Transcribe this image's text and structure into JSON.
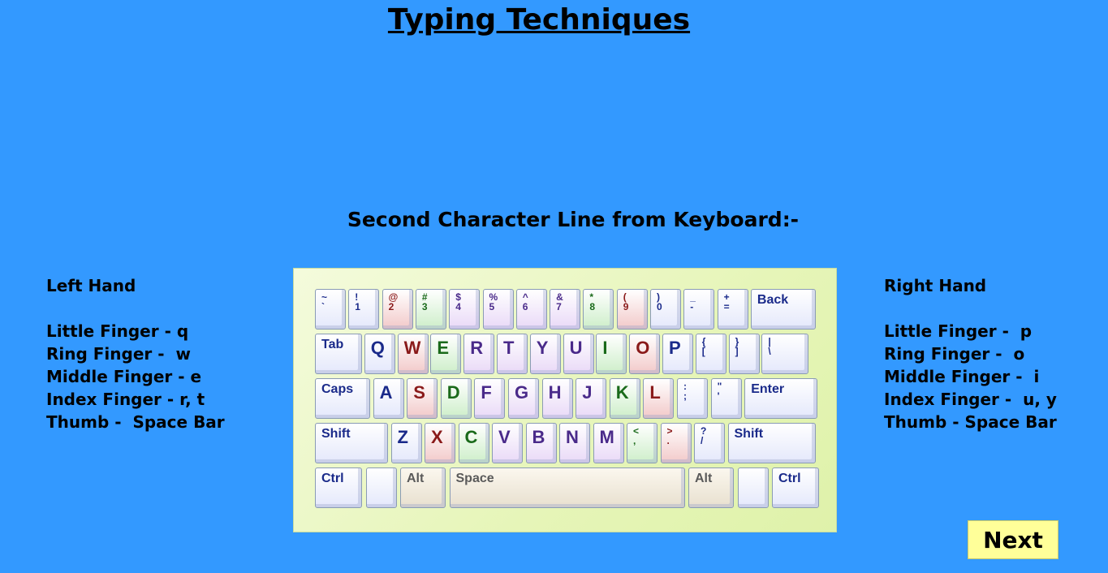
{
  "title": "Typing Techniques",
  "subtitle": "Second Character Line from Keyboard:-",
  "left_hand": {
    "heading": "Left Hand",
    "lines": [
      "Little Finger - q",
      "Ring Finger -  w",
      "Middle Finger - e",
      "Index Finger - r, t",
      "Thumb -  Space Bar"
    ]
  },
  "right_hand": {
    "heading": "Right Hand",
    "lines": [
      "Little Finger -  p",
      "Ring Finger -  o",
      "Middle Finger -  i",
      "Index Finger -  u, y",
      "Thumb - Space Bar"
    ]
  },
  "keyboard": {
    "rows": [
      [
        {
          "t": "~\n`",
          "k": "sym"
        },
        {
          "t": "!\n1",
          "k": "sym"
        },
        {
          "t": "@\n2",
          "k": "sym",
          "c": "red"
        },
        {
          "t": "#\n3",
          "k": "sym",
          "c": "green"
        },
        {
          "t": "$\n4",
          "k": "sym",
          "c": "purple"
        },
        {
          "t": "%\n5",
          "k": "sym",
          "c": "purple"
        },
        {
          "t": "^\n6",
          "k": "sym",
          "c": "purple"
        },
        {
          "t": "&\n7",
          "k": "sym",
          "c": "purple"
        },
        {
          "t": "*\n8",
          "k": "sym",
          "c": "green"
        },
        {
          "t": "(\n9",
          "k": "sym",
          "c": "red"
        },
        {
          "t": ")\n0",
          "k": "sym"
        },
        {
          "t": "_\n-",
          "k": "sym"
        },
        {
          "t": "+\n=",
          "k": "sym"
        },
        {
          "t": "Back",
          "k": "lbl"
        }
      ],
      [
        {
          "t": "Tab",
          "k": "lbl"
        },
        {
          "t": "Q",
          "k": "ch"
        },
        {
          "t": "W",
          "k": "ch",
          "c": "red"
        },
        {
          "t": "E",
          "k": "ch",
          "c": "green"
        },
        {
          "t": "R",
          "k": "ch",
          "c": "purple"
        },
        {
          "t": "T",
          "k": "ch",
          "c": "purple"
        },
        {
          "t": "Y",
          "k": "ch",
          "c": "purple"
        },
        {
          "t": "U",
          "k": "ch",
          "c": "purple"
        },
        {
          "t": "I",
          "k": "ch",
          "c": "green"
        },
        {
          "t": "O",
          "k": "ch",
          "c": "red"
        },
        {
          "t": "P",
          "k": "ch"
        },
        {
          "t": "{\n[",
          "k": "sym"
        },
        {
          "t": "}\n]",
          "k": "sym"
        },
        {
          "t": "|\n\\",
          "k": "sym"
        }
      ],
      [
        {
          "t": "Caps",
          "k": "lbl"
        },
        {
          "t": "A",
          "k": "ch"
        },
        {
          "t": "S",
          "k": "ch",
          "c": "red"
        },
        {
          "t": "D",
          "k": "ch",
          "c": "green"
        },
        {
          "t": "F",
          "k": "ch",
          "c": "purple"
        },
        {
          "t": "G",
          "k": "ch",
          "c": "purple"
        },
        {
          "t": "H",
          "k": "ch",
          "c": "purple"
        },
        {
          "t": "J",
          "k": "ch",
          "c": "purple"
        },
        {
          "t": "K",
          "k": "ch",
          "c": "green"
        },
        {
          "t": "L",
          "k": "ch",
          "c": "red"
        },
        {
          "t": ":\n;",
          "k": "sym"
        },
        {
          "t": "\"\n'",
          "k": "sym"
        },
        {
          "t": "Enter",
          "k": "lbl"
        }
      ],
      [
        {
          "t": "Shift",
          "k": "lbl"
        },
        {
          "t": "Z",
          "k": "ch"
        },
        {
          "t": "X",
          "k": "ch",
          "c": "red"
        },
        {
          "t": "C",
          "k": "ch",
          "c": "green"
        },
        {
          "t": "V",
          "k": "ch",
          "c": "purple"
        },
        {
          "t": "B",
          "k": "ch",
          "c": "purple"
        },
        {
          "t": "N",
          "k": "ch",
          "c": "purple"
        },
        {
          "t": "M",
          "k": "ch",
          "c": "purple"
        },
        {
          "t": "<\n,",
          "k": "sym",
          "c": "green"
        },
        {
          "t": ">\n.",
          "k": "sym",
          "c": "red"
        },
        {
          "t": "?\n/",
          "k": "sym"
        },
        {
          "t": "Shift",
          "k": "lbl"
        }
      ],
      [
        {
          "t": "Ctrl",
          "k": "lbl"
        },
        {
          "t": "",
          "k": "lbl"
        },
        {
          "t": "Alt",
          "k": "lbl",
          "c": "tan"
        },
        {
          "t": "Space",
          "k": "lbl",
          "c": "tan"
        },
        {
          "t": "Alt",
          "k": "lbl",
          "c": "tan"
        },
        {
          "t": "",
          "k": "lbl"
        },
        {
          "t": "Ctrl",
          "k": "lbl"
        }
      ]
    ]
  },
  "next_label": "Next",
  "colors": {
    "background": "#3399ff",
    "next_button": "#ffff99"
  }
}
